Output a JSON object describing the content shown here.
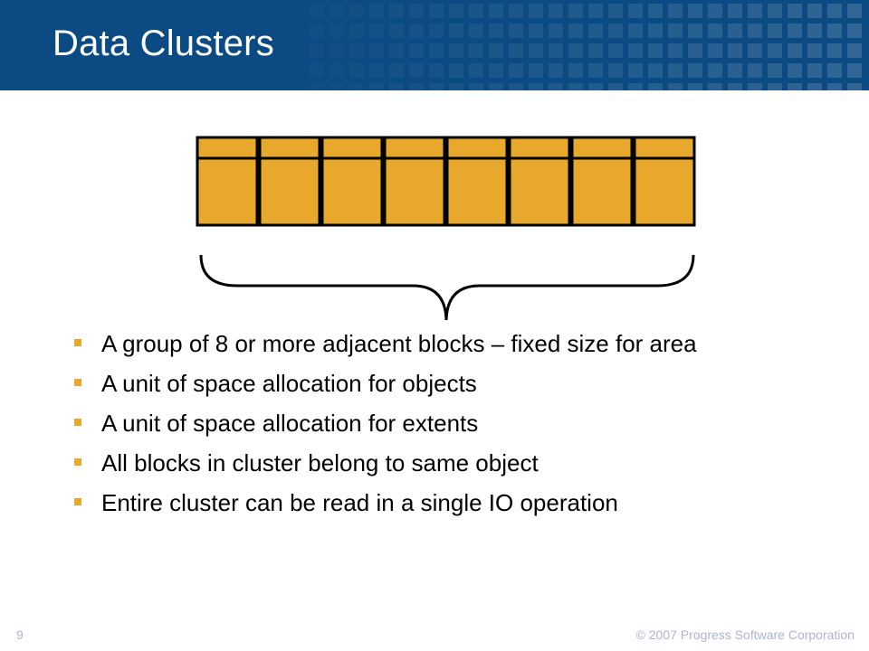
{
  "slide": {
    "title": "Data Clusters",
    "page_number": "9",
    "copyright": "© 2007 Progress Software Corporation"
  },
  "diagram": {
    "block_count": 8,
    "block_color": "#e8a82c",
    "outline_color": "#000000"
  },
  "bullets": [
    "A group of 8 or more adjacent blocks – fixed size for area",
    "A unit of space allocation for objects",
    "A unit of space allocation for extents",
    "All blocks in cluster belong to same object",
    "Entire cluster can be read in a single IO operation"
  ],
  "colors": {
    "header_bg": "#0b4a82",
    "bullet_marker": "#e8a82c",
    "footer_text": "#a9b7c6"
  }
}
